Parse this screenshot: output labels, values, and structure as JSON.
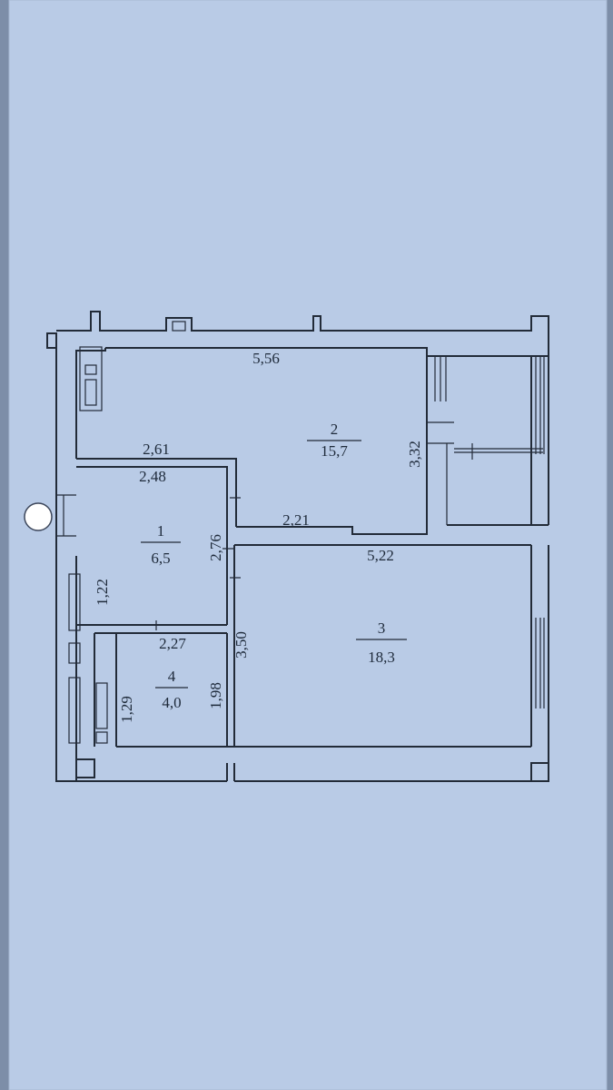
{
  "colors": {
    "paper": "#b9cbe6",
    "background": "#7d8ea8",
    "line": "#222b38",
    "text": "#1e2a3a"
  },
  "rooms": [
    {
      "number": "1",
      "area": "6,5"
    },
    {
      "number": "2",
      "area": "15,7"
    },
    {
      "number": "3",
      "area": "18,3"
    },
    {
      "number": "4",
      "area": "4,0"
    }
  ],
  "dimensions": {
    "room2_top_width": "5,56",
    "room2_left_width": "2,61",
    "room1_top_width": "2,48",
    "room2_height": "3,32",
    "room2_bottom_step": "2,21",
    "room3_top_width": "5,22",
    "room1_height": "2,76",
    "room1_side": "1,22",
    "room4_top_width": "2,27",
    "room3_height": "3,50",
    "room4_height": "1,98",
    "room4_side": "1,29"
  }
}
